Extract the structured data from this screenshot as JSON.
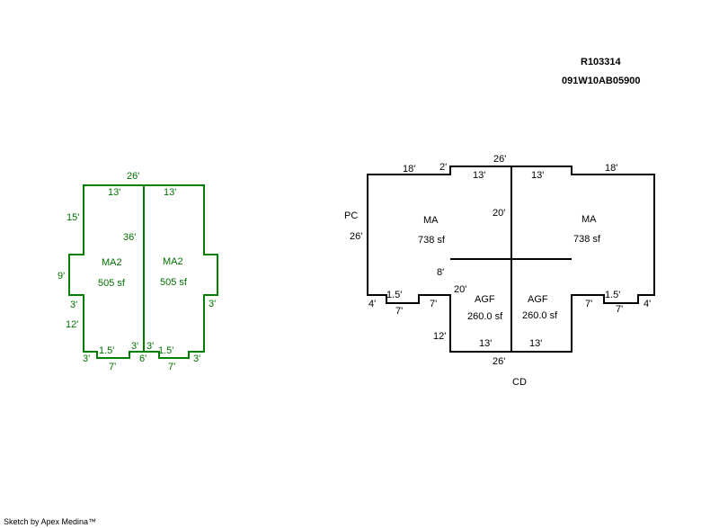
{
  "header": {
    "parcel_id": "R103314",
    "map_taxlot": "091W10AB05900"
  },
  "footer": {
    "credit": "Sketch by Apex Medina™"
  },
  "left_sketch": {
    "rooms": [
      {
        "code": "MA2",
        "area": "505 sf"
      },
      {
        "code": "MA2",
        "area": "505 sf"
      }
    ],
    "dims": {
      "top_total": "26'",
      "top_left": "13'",
      "top_right": "13'",
      "left_upper": "15'",
      "left_mid": "9'",
      "left_small": "3'",
      "left_lower": "12'",
      "center_wall": "36'",
      "right_small_upper": "3'",
      "bottom_left_3": "3'",
      "bottom_left_15": "1.5'",
      "bottom_center_3a": "3'",
      "bottom_center_3b": "3'",
      "bottom_right_15": "1.5'",
      "bottom_right_3": "3'",
      "bottom_left_7": "7'",
      "bottom_center_6": "6'",
      "bottom_right_7": "7'"
    }
  },
  "right_sketch": {
    "labels": {
      "porch": "PC",
      "deck": "CD"
    },
    "rooms": [
      {
        "code": "MA",
        "area": "738 sf"
      },
      {
        "code": "MA",
        "area": "738 sf"
      },
      {
        "code": "AGF",
        "area": "260.0 sf"
      },
      {
        "code": "AGF",
        "area": "260.0 sf"
      }
    ],
    "dims": {
      "top_total": "26'",
      "top_left_18": "18'",
      "top_2": "2'",
      "top_13a": "13'",
      "top_13b": "13'",
      "top_right_18": "18'",
      "left_26": "26'",
      "center_20": "20'",
      "garage_8": "8'",
      "garage_20": "20'",
      "garage_12": "12'",
      "left_4": "4'",
      "left_15": "1.5'",
      "left_7a": "7'",
      "left_7b": "7'",
      "right_7a": "7'",
      "right_15": "1.5'",
      "right_4": "4'",
      "right_7b": "7'",
      "garage_13a": "13'",
      "garage_13b": "13'",
      "garage_bottom_26": "26'"
    }
  }
}
